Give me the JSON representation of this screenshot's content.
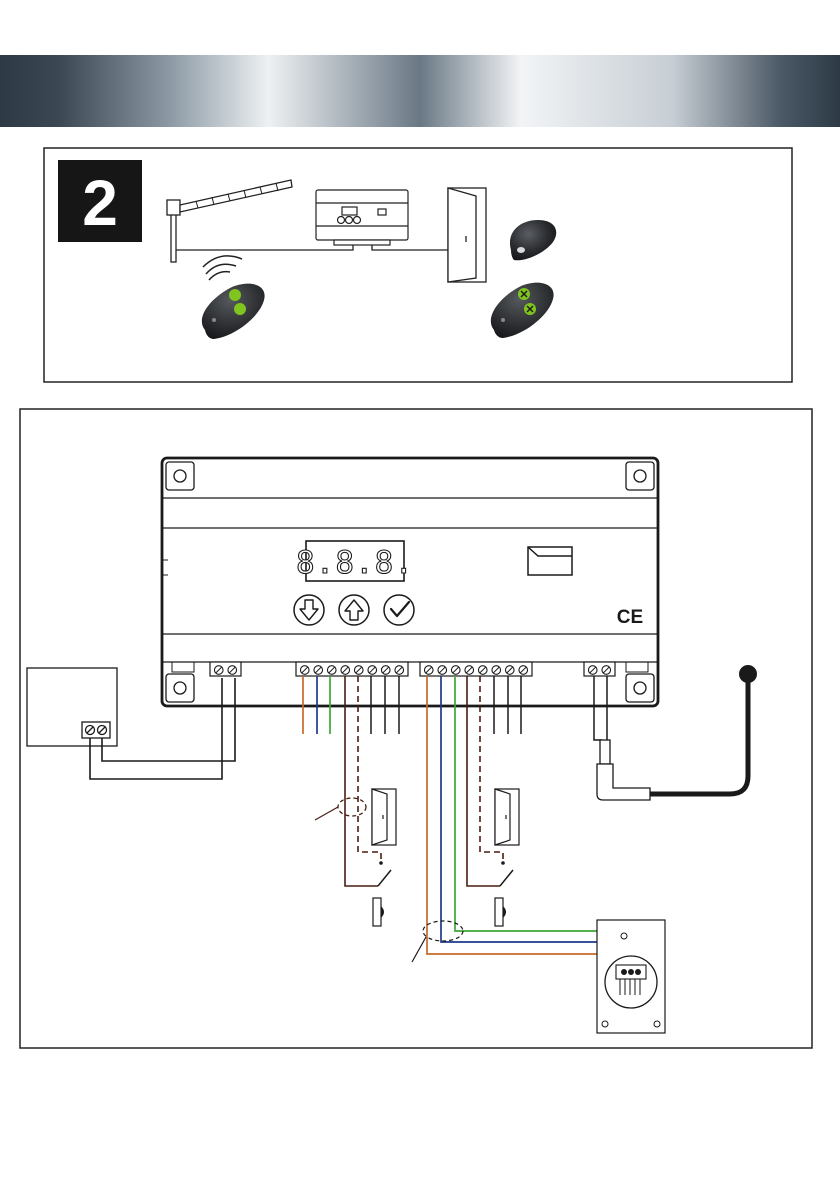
{
  "step_badge": {
    "number": "2"
  },
  "controller": {
    "display_value": "8.8.8.",
    "ce_mark": "CE"
  },
  "buttons": [
    {
      "symbol": "down-arrow"
    },
    {
      "symbol": "up-arrow"
    },
    {
      "symbol": "checkmark"
    }
  ],
  "wire_colors": {
    "orange": "#c8692a",
    "blue": "#1d3a8c",
    "green": "#3aa835",
    "brown": "#4a1d12",
    "black": "#1a1a1a"
  },
  "remote_accent_color": "#7fc41f",
  "header_band": {
    "dark": "#2d3a46",
    "light": "#f2f4f6"
  }
}
